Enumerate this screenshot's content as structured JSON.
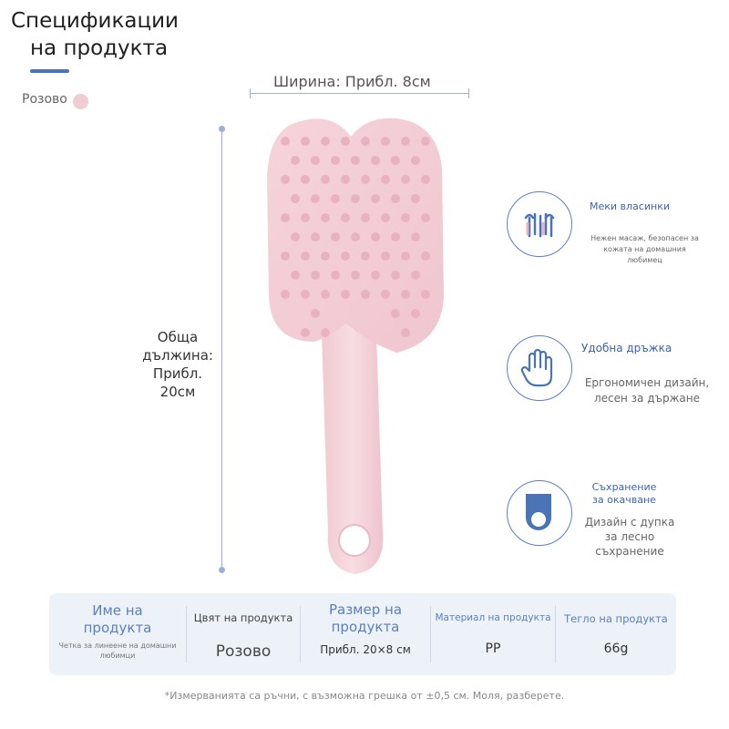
{
  "title": {
    "line1": "Спецификации",
    "line2": "на продукта"
  },
  "color_option": {
    "label": "Розово",
    "swatch": "#f0cdd5"
  },
  "dimensions": {
    "width_label": "Ширина: Прибл. 8см",
    "length_lines": [
      "Обща",
      "дължина:",
      "Прибл.",
      "20см"
    ]
  },
  "features": [
    {
      "icon": "bristles-icon",
      "title": "Меки власинки",
      "desc_lines": [
        "Нежен масаж, безопасен за",
        "кожата на домашния",
        "любимец"
      ]
    },
    {
      "icon": "hand-icon",
      "title": "Удобна дръжка",
      "desc_lines": [
        "Ергономичен дизайн,",
        "лесен за държане"
      ]
    },
    {
      "icon": "hang-hole-icon",
      "title_lines": [
        "Съхранение",
        "за окачване"
      ],
      "desc_lines": [
        "Дизайн с дупка",
        "за лесно",
        "съхранение"
      ]
    }
  ],
  "spec_table": {
    "columns": [
      {
        "header_lines": [
          "Име на",
          "продукта"
        ],
        "value_lines": [
          "Четка за линеене на домашни",
          "любимци"
        ]
      },
      {
        "header_lines": [
          "Цвят на продукта"
        ],
        "value_lines": [
          "Розово"
        ]
      },
      {
        "header_lines": [
          "Размер на",
          "продукта"
        ],
        "value_lines": [
          "Прибл. 20×8 см"
        ]
      },
      {
        "header_lines": [
          "Материал на продукта"
        ],
        "value_lines": [
          "PP"
        ]
      },
      {
        "header_lines": [
          "Тегло на продукта"
        ],
        "value_lines": [
          "66g"
        ]
      }
    ]
  },
  "footnote": "*Измерванията са ръчни, с възможна грешка от ±0,5 см. Моля, разберете.",
  "colors": {
    "accent": "#4a73b8",
    "brush": "#f3d0d9",
    "brush_dark": "#e7b6c3",
    "table_bg": "#edf1f8"
  }
}
